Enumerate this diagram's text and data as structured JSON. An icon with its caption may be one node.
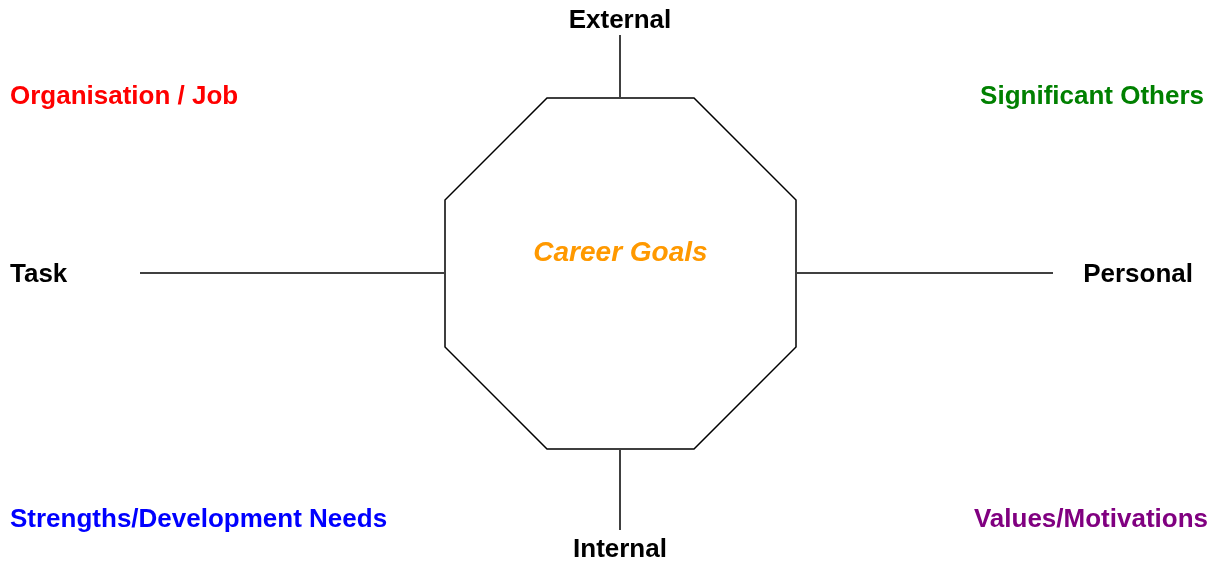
{
  "diagram": {
    "nodes": [
      {
        "text": [
          "Career Goals"
        ]
      },
      {
        "text": [
          "External"
        ]
      },
      {
        "text": [
          "Task"
        ]
      },
      {
        "text": [
          "Personal"
        ]
      },
      {
        "text": [
          "Internal"
        ]
      }
    ],
    "edges": [
      {
        "from": 1,
        "to": 0,
        "arrow": "none"
      },
      {
        "from": 2,
        "to": 0,
        "arrow": "none"
      },
      {
        "from": 0,
        "to": 3,
        "arrow": "none"
      },
      {
        "from": 0,
        "to": 4,
        "arrow": "none"
      }
    ],
    "labels": [
      "Organisation / Job",
      "Significant Others",
      "Strengths/Development Needs",
      "Values/Motivations"
    ]
  }
}
